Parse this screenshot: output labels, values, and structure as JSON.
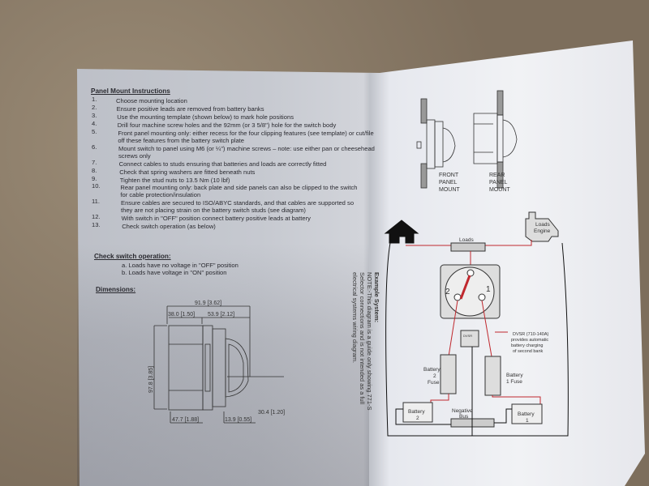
{
  "panel_mount": {
    "heading": "Panel Mount Instructions",
    "steps": [
      {
        "n": "1.",
        "text": "Choose mounting location"
      },
      {
        "n": "2.",
        "text": "Ensure positive leads are removed from battery banks"
      },
      {
        "n": "3.",
        "text": "Use the mounting template (shown below) to mark hole positions"
      },
      {
        "n": "4.",
        "text": "Drill four machine screw holes and the 92mm (or 3 5/8\") hole for the switch body"
      },
      {
        "n": "5.",
        "text": "Front panel mounting only: either recess for the four clipping features (see template) or cut/file",
        "cont": "off these features from the battery switch plate"
      },
      {
        "n": "6.",
        "text": "Mount switch to panel using M6 (or ¼\") machine screws – note: use either pan or cheesehead",
        "cont": "screws only"
      },
      {
        "n": "7.",
        "text": "Connect cables to studs ensuring that batteries and loads are correctly fitted"
      },
      {
        "n": "8.",
        "text": "Check that spring washers are fitted beneath nuts"
      },
      {
        "n": "9.",
        "text": "Tighten the stud nuts to 13.5 Nm (10 lbf)"
      },
      {
        "n": "10.",
        "text": "Rear panel mounting only: back plate and side panels can also be clipped to the switch",
        "cont": "for cable protection/insulation"
      },
      {
        "n": "11.",
        "text": "Ensure cables are secured to ISO/ABYC standards, and that cables are supported so",
        "cont": "they are not placing strain on the battery switch studs (see diagram)"
      },
      {
        "n": "12.",
        "text": "With switch in \"OFF\" position connect battery positive leads at battery"
      },
      {
        "n": "13.",
        "text": "Check switch operation (as below)"
      }
    ]
  },
  "check_switch": {
    "heading": "Check switch operation:",
    "a": "a. Loads have no voltage in \"OFF\" position",
    "b": "b. Loads have voltage in \"ON\" position"
  },
  "dimensions": {
    "heading": "Dimensions:",
    "overall": "91.9 [3.62]",
    "rear": "38.0 [1.50]",
    "front": "53.9 [2.12]",
    "height": "97.8 [3.85]",
    "knob": "30.4 [1.20]",
    "body": "47.7 [1.88]",
    "flange": "13.9 [0.55]"
  },
  "mount_views": {
    "front": [
      "FRONT",
      "PANEL",
      "MOUNT"
    ],
    "rear": [
      "REAR",
      "PANEL",
      "MOUNT"
    ]
  },
  "example": {
    "heading": "Example System:",
    "note1": "NOTE:-This diagram is a guide only showing 771-S",
    "note2": "Selector connections and is not intended as a full",
    "note3": "electrical systems wiring diagram."
  },
  "wiring": {
    "loads": "Loads",
    "engine": [
      "Loads",
      "Engine"
    ],
    "pos2": "2",
    "pos1": "1",
    "dvsr": [
      "DVSR (710-140A)",
      "provides automatic",
      "battery charging",
      "of second bank"
    ],
    "dvsr_chip": "DVSR",
    "fuse2": [
      "Battery",
      "2",
      "Fuse"
    ],
    "fuse1": [
      "Battery",
      "1 Fuse"
    ],
    "battery2": [
      "Battery",
      "2"
    ],
    "battery1": [
      "Battery",
      "1"
    ],
    "neg_bus": [
      "Negative",
      "Bus"
    ],
    "wire_color": "#c0282e"
  }
}
